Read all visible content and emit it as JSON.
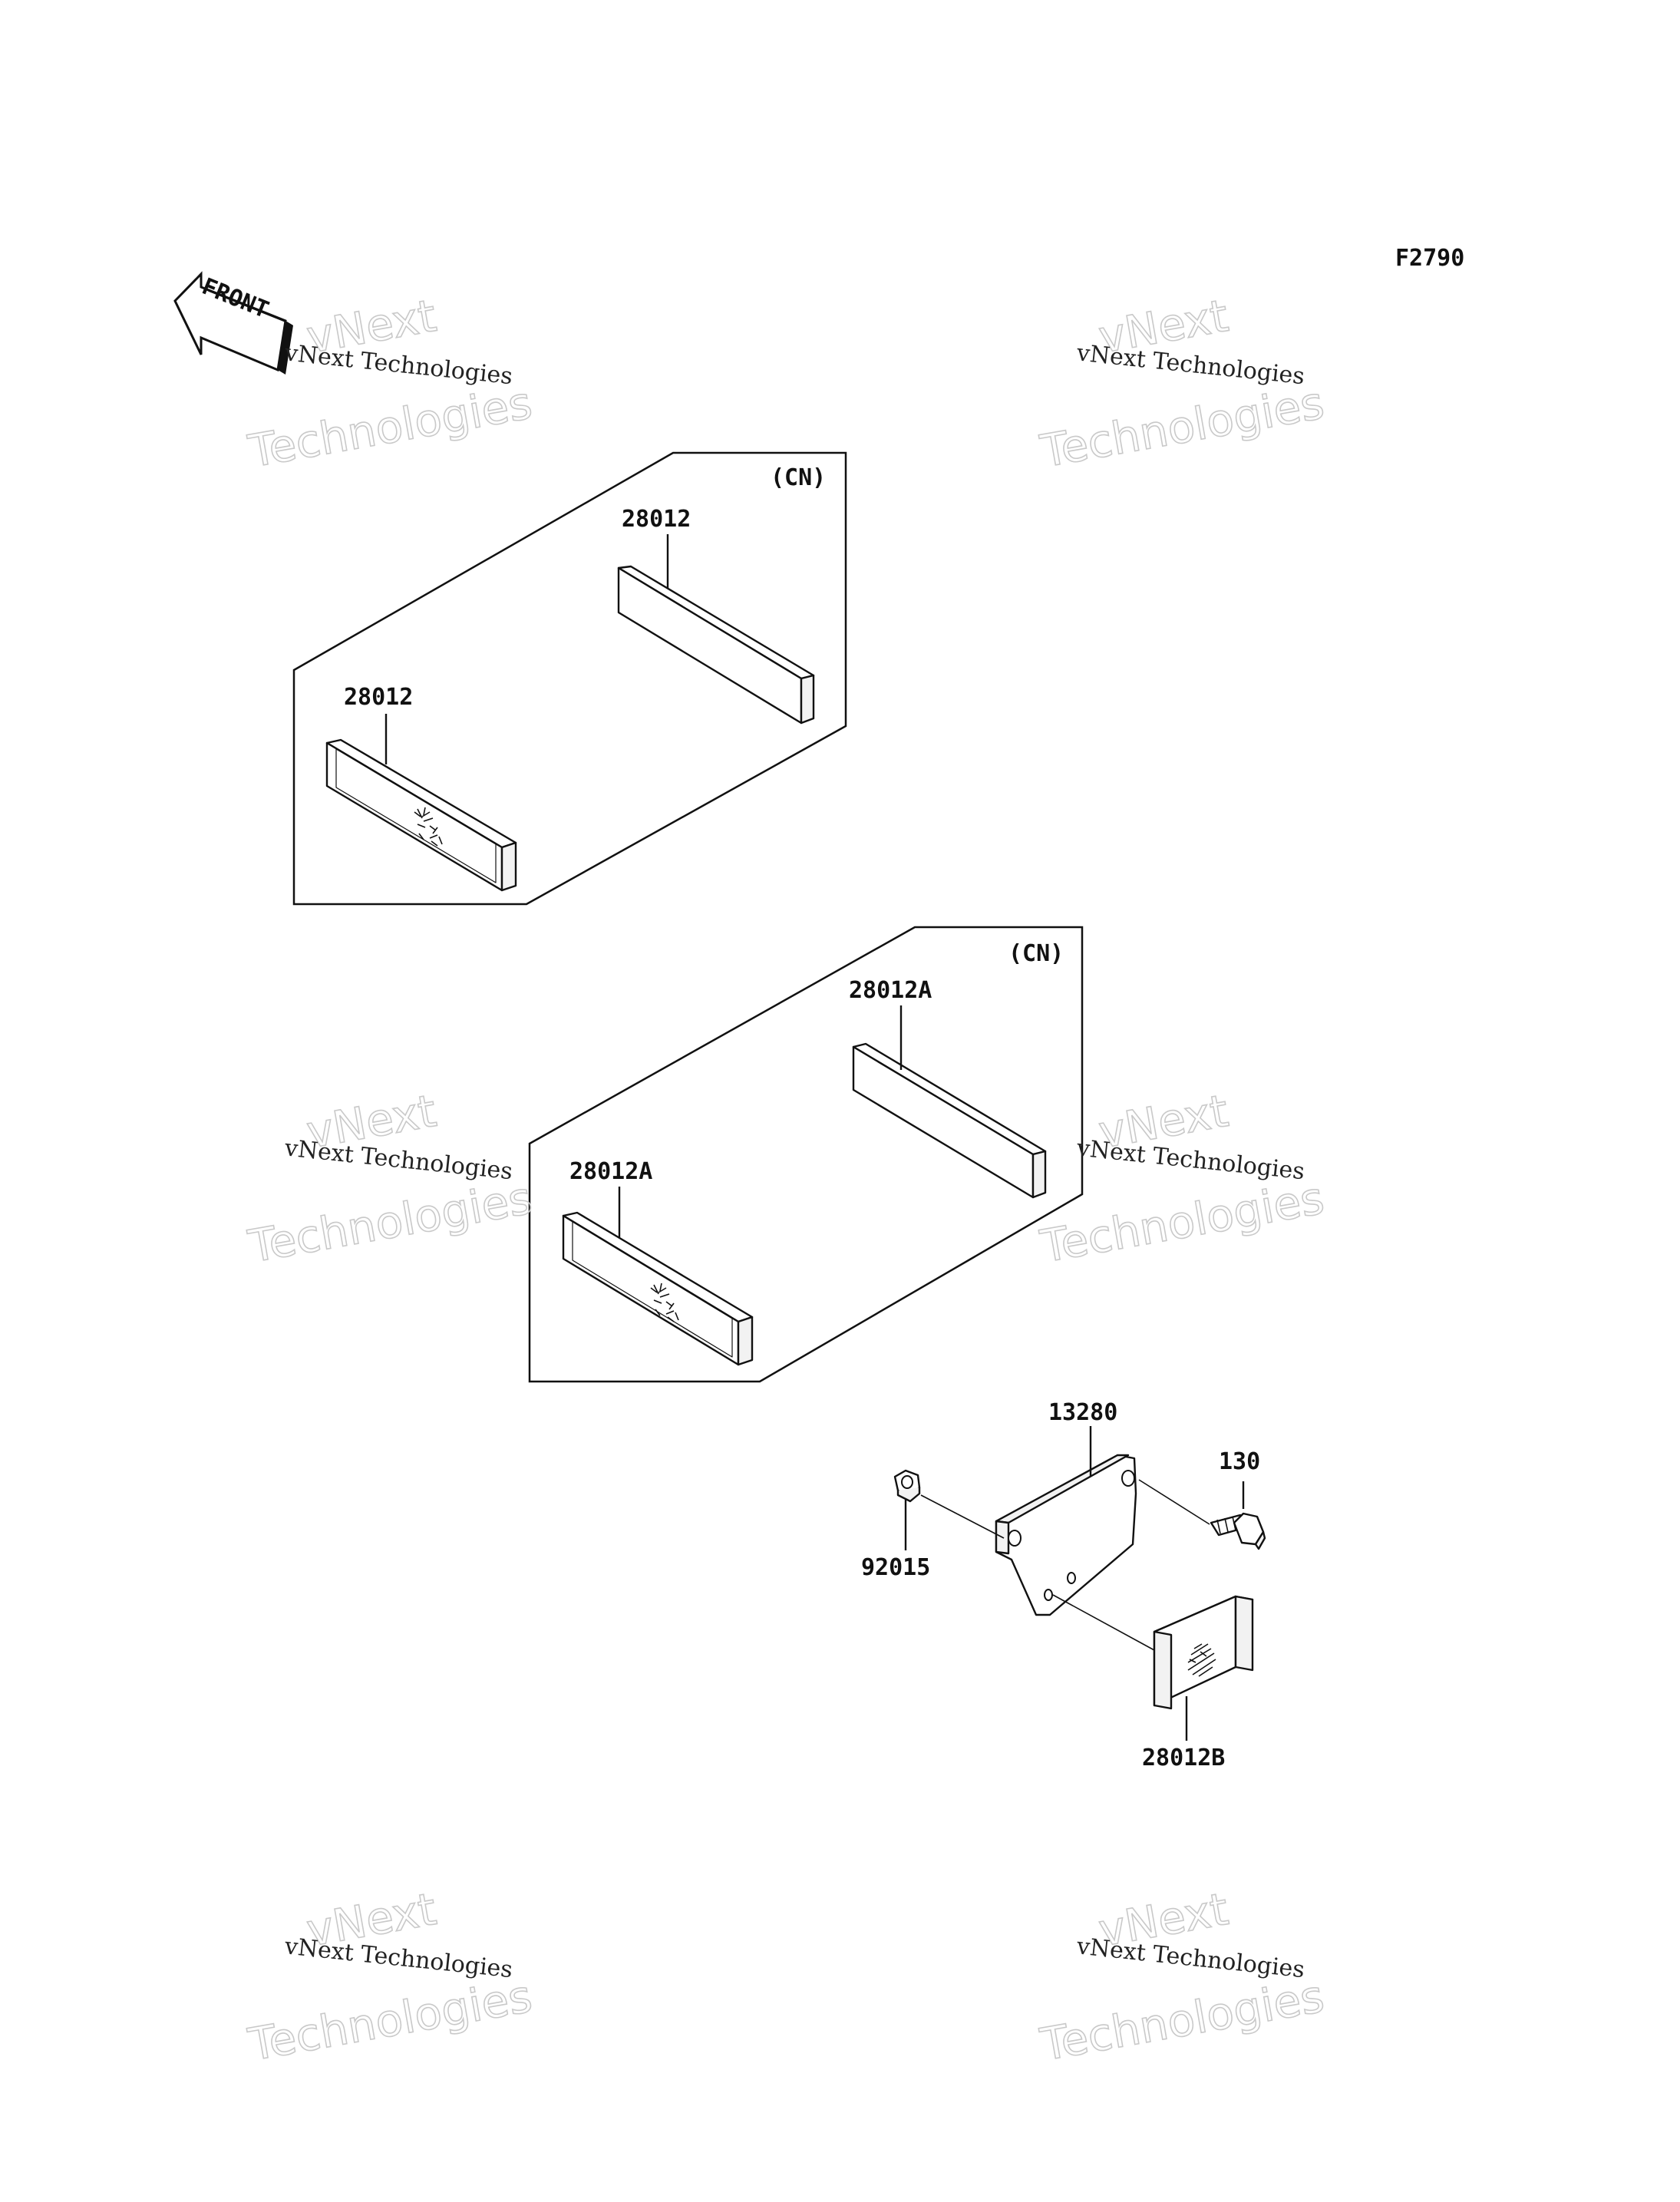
{
  "diagram": {
    "figure_code": "F2790",
    "front_label": "FRONT",
    "group_top": {
      "region_tag": "(CN)",
      "part_upper": "28012",
      "part_lower": "28012"
    },
    "group_middle": {
      "region_tag": "(CN)",
      "part_upper": "28012A",
      "part_lower": "28012A"
    },
    "assembly": {
      "bracket": "13280",
      "bolt": "130",
      "nut": "92015",
      "reflector": "28012B"
    }
  },
  "watermark": {
    "line1": "vNext Technologies",
    "line2": "vNext",
    "line3": "Technologies"
  }
}
